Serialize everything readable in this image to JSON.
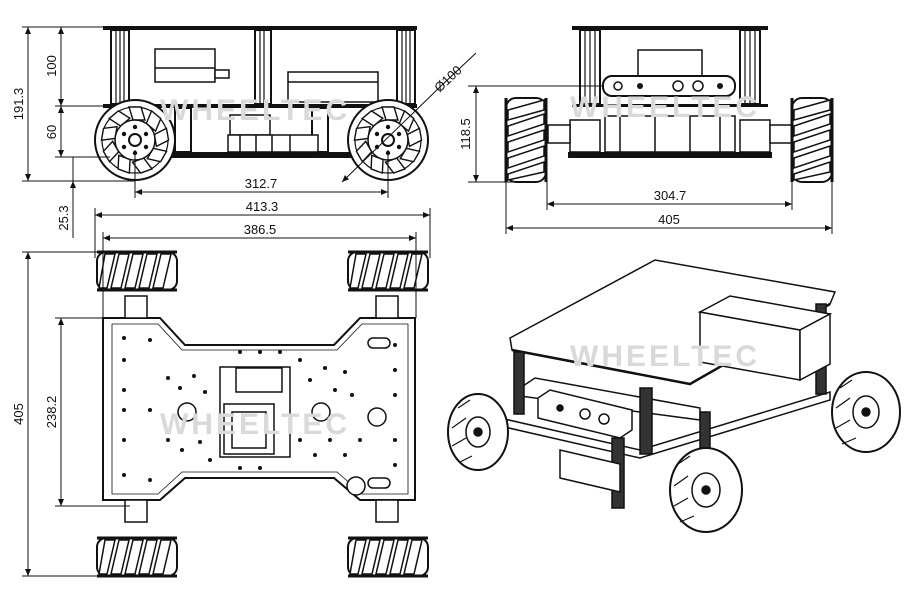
{
  "watermark": "WHEELTEC",
  "side_view": {
    "dim_total_height": "191.3",
    "dim_upper": "100",
    "dim_lower": "60",
    "dim_ground": "25.3",
    "dim_wheelbase": "312.7",
    "dim_wheel_diameter": "Ø100"
  },
  "front_view": {
    "dim_height": "118.5",
    "dim_track": "304.7",
    "dim_width": "405"
  },
  "top_view": {
    "dim_total_width": "413.3",
    "dim_inner_width": "386.5",
    "dim_length": "405",
    "dim_wheel_spacing": "238.2"
  },
  "colors": {
    "line": "#111111",
    "watermark": "#d9d9d9",
    "background": "#ffffff"
  },
  "icons": [
    "mecanum-wheel-icon",
    "depth-camera-icon",
    "battery-icon",
    "motor-icon"
  ]
}
